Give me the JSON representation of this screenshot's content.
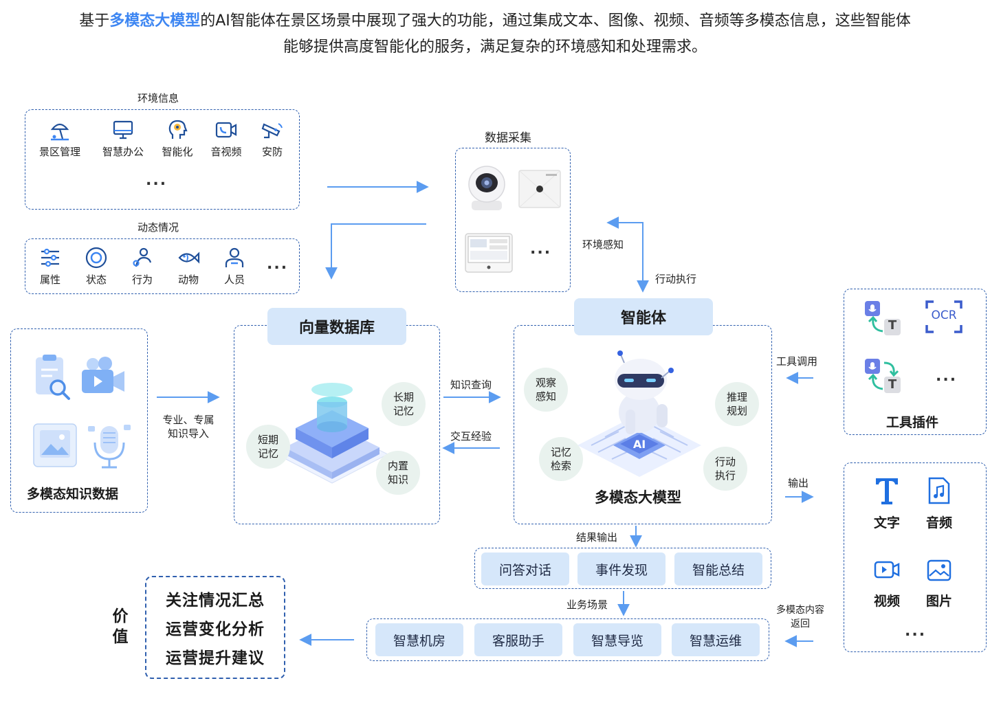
{
  "intro": {
    "line1_a": "基于",
    "line1_highlight": "多模态大模型",
    "line1_b": "的AI智能体在景区场景中展现了强大的功能，通过集成文本、图像、视频、音频等多模态信息，这些智能体",
    "line2": "能够提供高度智能化的服务，满足复杂的环境感知和处理需求。"
  },
  "env_info": {
    "title": "环境信息",
    "items": [
      {
        "label": "景区管理",
        "icon": "beach-umbrella-icon"
      },
      {
        "label": "智慧办公",
        "icon": "monitor-icon"
      },
      {
        "label": "智能化",
        "icon": "ai-head-icon"
      },
      {
        "label": "音视频",
        "icon": "video-call-icon"
      },
      {
        "label": "安防",
        "icon": "cctv-camera-icon"
      }
    ],
    "more": "..."
  },
  "dynamic": {
    "title": "动态情况",
    "items": [
      {
        "label": "属性",
        "icon": "sliders-icon"
      },
      {
        "label": "状态",
        "icon": "target-icon"
      },
      {
        "label": "行为",
        "icon": "person-activity-icon"
      },
      {
        "label": "动物",
        "icon": "fish-icon"
      },
      {
        "label": "人员",
        "icon": "person-icon"
      }
    ],
    "more": "..."
  },
  "collect": {
    "title": "数据采集",
    "more": "..."
  },
  "knowledge": {
    "title": "多模态知识数据"
  },
  "vector_db": {
    "title": "向量数据库",
    "long_term": "长期记忆",
    "short_term": "短期记忆",
    "builtin": "内置知识"
  },
  "agent": {
    "title": "智能体",
    "model": "多模态大模型",
    "observe": "观察感知",
    "reason": "推理规划",
    "memory": "记忆检索",
    "act": "行动执行"
  },
  "tools": {
    "title": "工具插件",
    "ocr": "OCR",
    "t_letter": "T",
    "more": "..."
  },
  "outputs": {
    "items": [
      {
        "label": "文字",
        "icon": "text-t-icon"
      },
      {
        "label": "音频",
        "icon": "audio-file-icon"
      },
      {
        "label": "视频",
        "icon": "video-play-icon"
      },
      {
        "label": "图片",
        "icon": "image-icon"
      }
    ],
    "more": "..."
  },
  "results": [
    "问答对话",
    "事件发现",
    "智能总结"
  ],
  "scenarios": [
    "智慧机房",
    "客服助手",
    "智慧导览",
    "智慧运维"
  ],
  "value": {
    "head": "价值",
    "items": [
      "关注情况汇总",
      "运营变化分析",
      "运营提升建议"
    ]
  },
  "flow_labels": {
    "env_sense": "环境感知",
    "action_exec": "行动执行",
    "import": "专业、专属知识导入",
    "query": "知识查询",
    "experience": "交互经验",
    "tool_call": "工具调用",
    "output": "输出",
    "result_out": "结果输出",
    "biz": "业务场景",
    "mm_return": "多模态内容返回"
  },
  "colors": {
    "arrow": "#5b9cf0",
    "accent": "#3d86f2",
    "dash_border": "#2f5fae",
    "pill_bg": "#d6e7fa",
    "circle_bg": "#e9f2ee"
  }
}
